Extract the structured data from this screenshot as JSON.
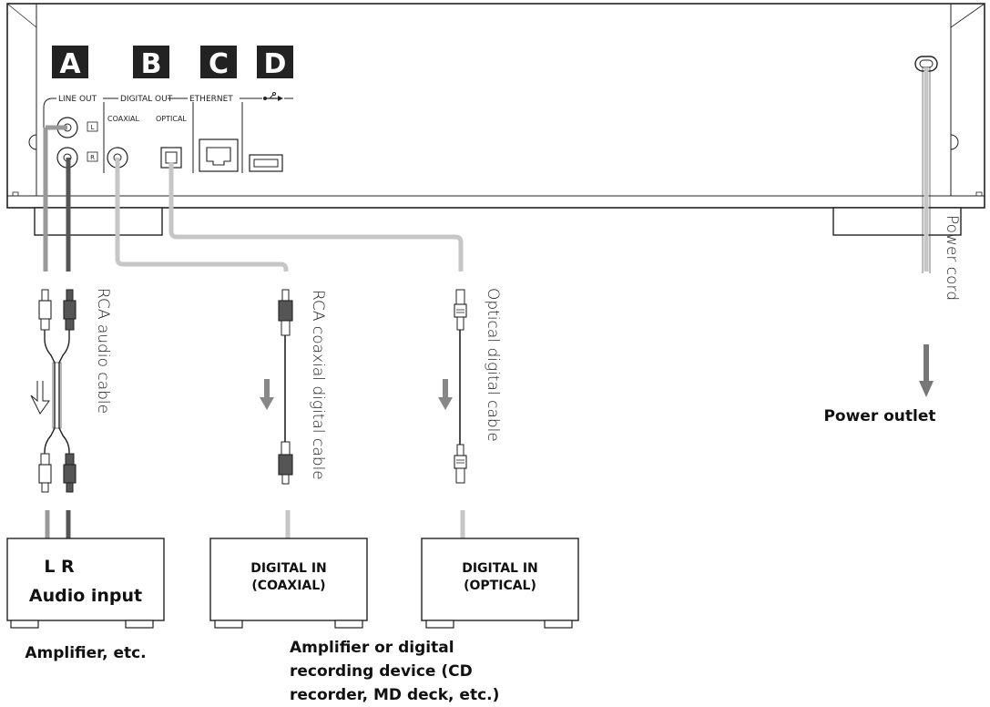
{
  "panel": {
    "letters": [
      "A",
      "B",
      "C",
      "D"
    ],
    "sections": {
      "line_out": "LINE OUT",
      "digital_out": "DIGITAL OUT",
      "ethernet": "ETHERNET"
    },
    "ports": {
      "coaxial": "COAXIAL",
      "optical": "OPTICAL",
      "left": "L",
      "right": "R"
    }
  },
  "cables": {
    "rca_audio": "RCA audio cable",
    "rca_coaxial": "RCA coaxial digital cable",
    "optical": "Optical digital cable",
    "power": "Power cord"
  },
  "devices": {
    "amp": {
      "lr": "L R",
      "label": "Audio input",
      "caption": "Amplifier, etc."
    },
    "coaxial_in": {
      "line1": "DIGITAL IN",
      "line2": "(COAXIAL)"
    },
    "optical_in": {
      "line1": "DIGITAL IN",
      "line2": "(OPTICAL)"
    },
    "shared_caption": [
      "Amplifier or digital",
      "recording device (CD",
      "recorder, MD deck, etc.)"
    ]
  },
  "power_outlet": "Power outlet"
}
